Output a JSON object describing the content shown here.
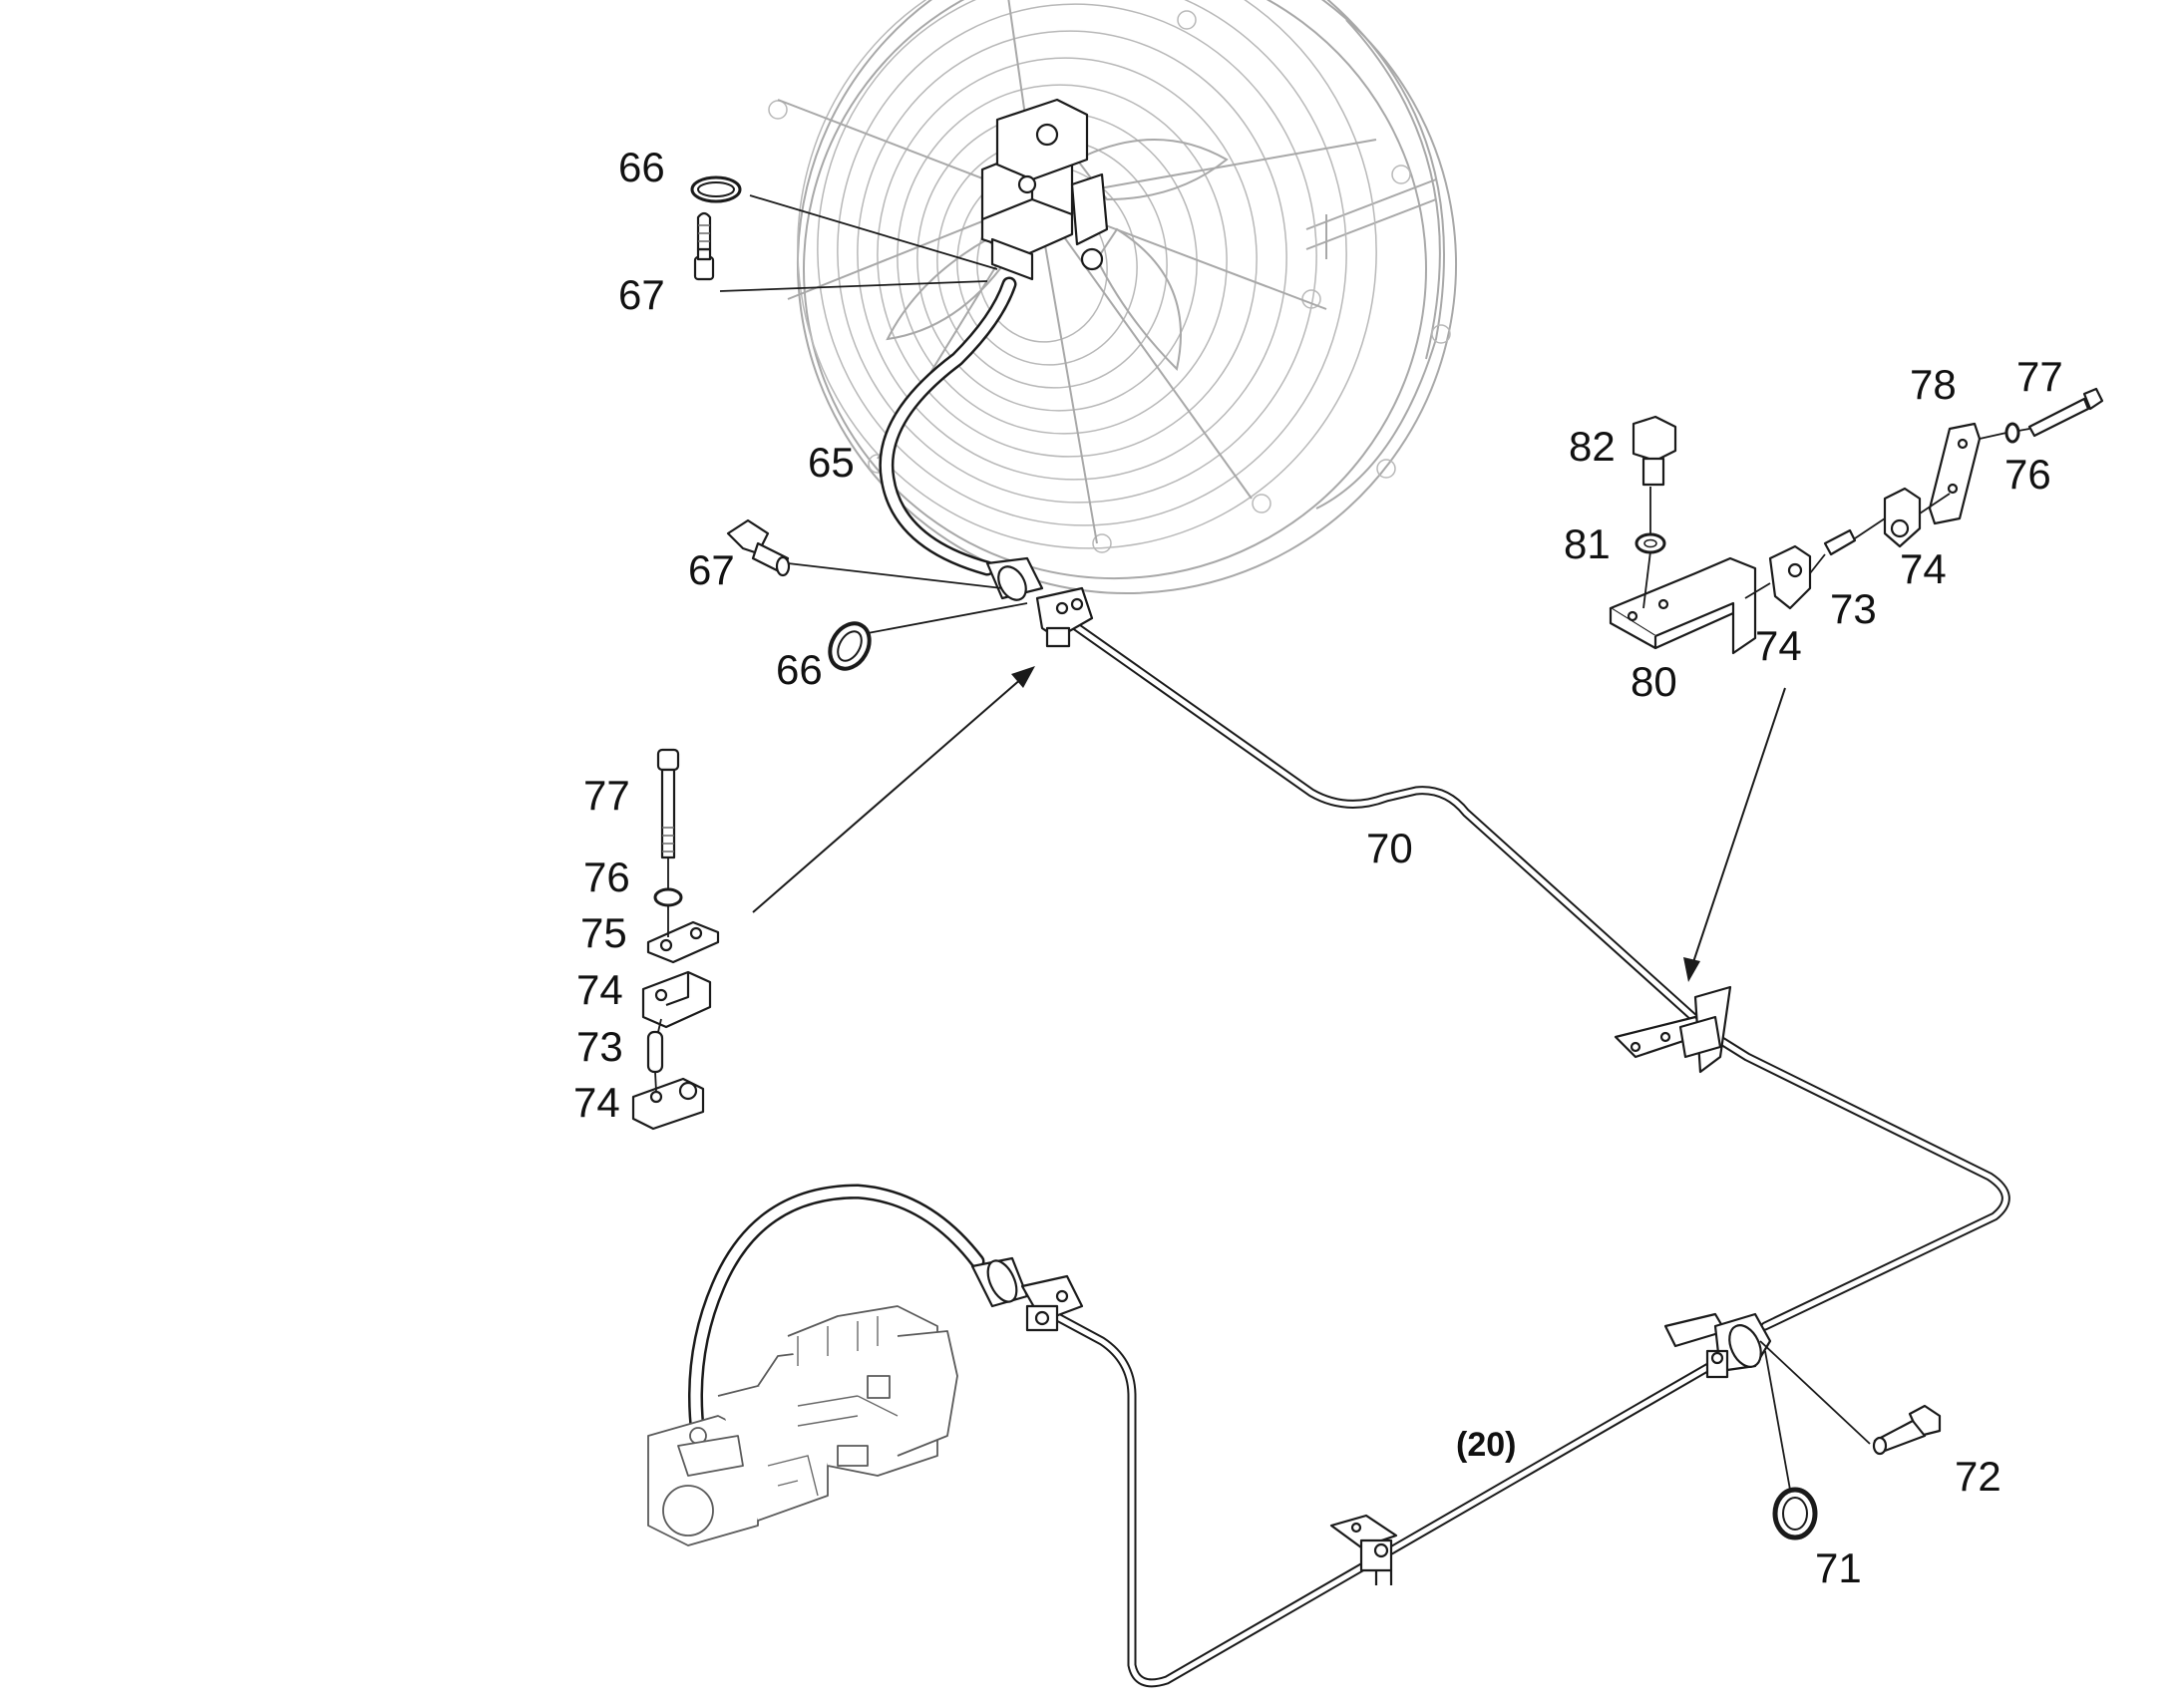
{
  "figure": {
    "callouts": {
      "c66_top": "66",
      "c67_top": "67",
      "c65": "65",
      "c67_mid": "67",
      "c66_mid": "66",
      "c70": "70",
      "c82": "82",
      "c81": "81",
      "c80": "80",
      "c78": "78",
      "c77_right": "77",
      "c76_right": "76",
      "c74_right_a": "74",
      "c73_right": "73",
      "c74_right_b": "74",
      "c77_left": "77",
      "c76_left": "76",
      "c75_left": "75",
      "c74_left_a": "74",
      "c73_left": "73",
      "c74_left_b": "74",
      "c20": "(20)",
      "c72": "72",
      "c71": "71"
    }
  }
}
